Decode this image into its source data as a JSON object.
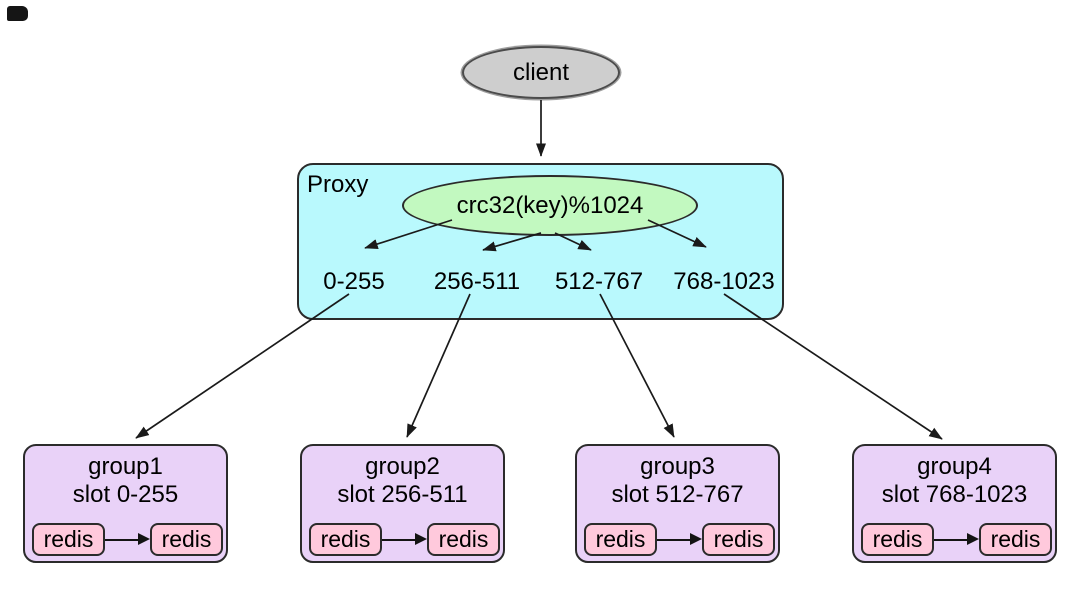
{
  "client": {
    "label": "client"
  },
  "proxy": {
    "label": "Proxy",
    "hash": "crc32(key)%1024",
    "slots": [
      "0-255",
      "256-511",
      "512-767",
      "768-1023"
    ]
  },
  "groups": [
    {
      "name": "group1",
      "slot": "slot 0-255",
      "redis": [
        "redis",
        "redis"
      ]
    },
    {
      "name": "group2",
      "slot": "slot 256-511",
      "redis": [
        "redis",
        "redis"
      ]
    },
    {
      "name": "group3",
      "slot": "slot 512-767",
      "redis": [
        "redis",
        "redis"
      ]
    },
    {
      "name": "group4",
      "slot": "slot 768-1023",
      "redis": [
        "redis",
        "redis"
      ]
    }
  ],
  "colors": {
    "client_fill": "#cecece",
    "proxy_fill": "#b9f9fd",
    "hash_fill": "#c2f9c0",
    "group_fill": "#e9d2f8",
    "redis_fill": "#ffc9dc",
    "edge": "#1a1a1a",
    "node_border": "#2b2b2b"
  }
}
